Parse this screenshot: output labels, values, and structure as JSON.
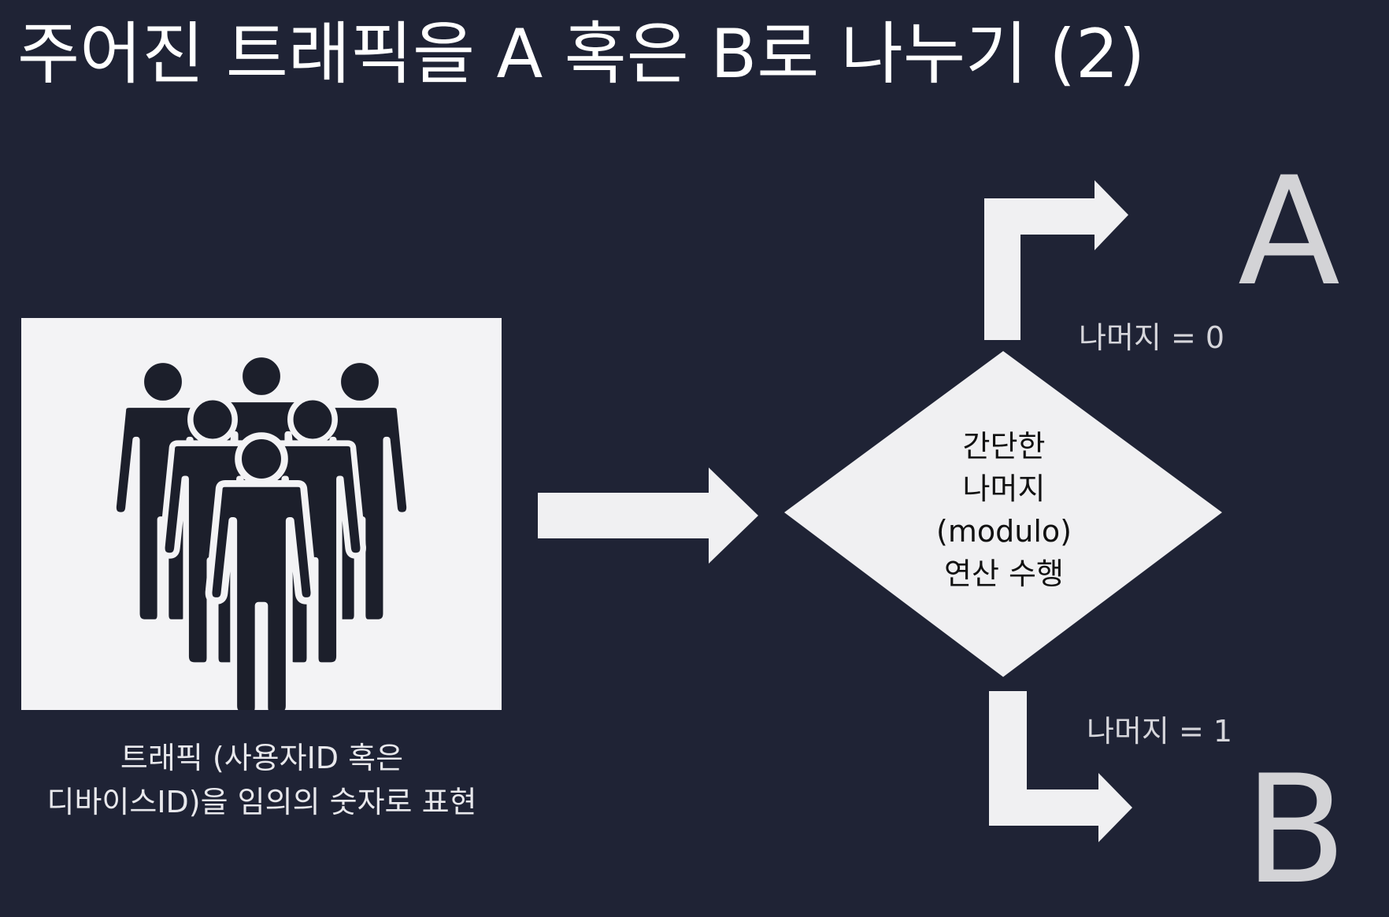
{
  "title": "주어진 트래픽을 A 혹은 B로 나누기 (2)",
  "caption": {
    "line1": "트래픽 (사용자ID 혹은",
    "line2": "디바이스ID)을 임의의 숫자로 표현"
  },
  "decision": {
    "line1": "간단한",
    "line2": "나머지",
    "line3": "(modulo)",
    "line4": "연산 수행"
  },
  "branches": {
    "top_label": "나머지 = 0",
    "top_target": "A",
    "bottom_label": "나머지 = 1",
    "bottom_target": "B"
  },
  "icons": [
    "people-group-icon",
    "arrow-right-icon",
    "elbow-arrow-up-right-icon",
    "elbow-arrow-down-right-icon"
  ],
  "colors": {
    "background": "#1f2335",
    "shape_fill": "#f0f0f2",
    "figure": "#1c1f2b",
    "letters": "#d3d3d6"
  }
}
